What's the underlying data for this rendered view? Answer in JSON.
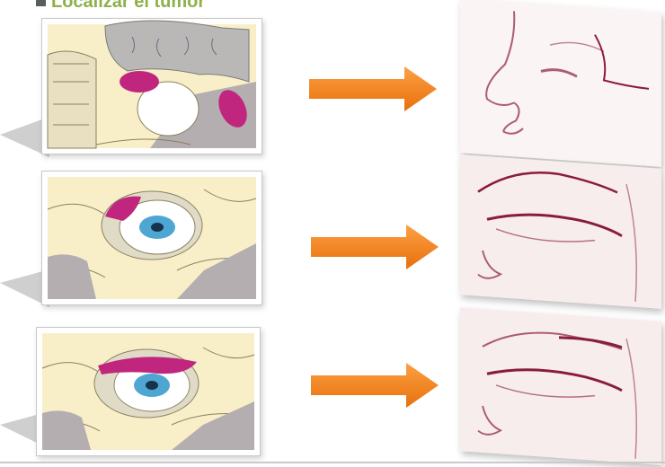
{
  "title": "Localizar el tumor",
  "colors": {
    "bone": "#f6ebbe",
    "tissue": "#ecdcb5",
    "outline": "#8a8060",
    "tumor": "#c0267d",
    "iris": "#4ea6d3",
    "arrow": "#f07b12",
    "sketch": "#8a1c3a"
  },
  "rows": [
    {
      "left": "orbital-cross-section-posterior",
      "right": "face-profile-sketch"
    },
    {
      "left": "orbital-cross-section-superior-lateral",
      "right": "closed-eye-sketch"
    },
    {
      "left": "orbital-cross-section-superior",
      "right": "closed-eye-sketch-lid-line"
    }
  ]
}
